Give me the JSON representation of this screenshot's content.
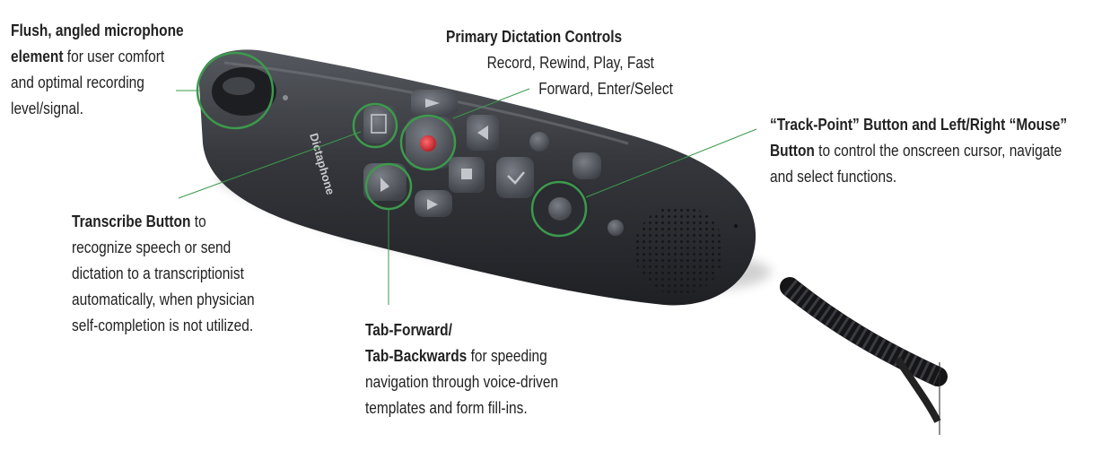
{
  "callouts": {
    "microphone": {
      "bold1": "Flush, angled microphone",
      "bold2": "element",
      "rest2": " for user comfort",
      "line3": "and optimal recording",
      "line4": "level/signal."
    },
    "primary": {
      "title": "Primary Dictation Controls",
      "line2": "Record, Rewind, Play, Fast",
      "line3": "Forward, Enter/Select"
    },
    "trackpoint": {
      "bold1": "“Track-Point” Button and Left/Right “Mouse”",
      "bold2": "Button",
      "rest2": " to control the onscreen cursor, navigate",
      "line3": "and select functions."
    },
    "transcribe": {
      "bold1": "Transcribe Button",
      "rest1": " to",
      "line2": "recognize speech or send",
      "line3": "dictation to a transcriptionist",
      "line4": "automatically, when physician",
      "line5": "self-completion is not utilized."
    },
    "tab": {
      "bold1": "Tab-Forward/",
      "bold2": "Tab-Backwards",
      "rest2": " for speeding",
      "line3": "navigation through voice-driven",
      "line4": "templates and form fill-ins."
    }
  },
  "device": {
    "brand": "Dictaphone"
  },
  "colors": {
    "callout_ring": "#3c9a4c",
    "body_dark": "#2e3035",
    "button_grey": "#5d6168",
    "record_red": "#d8333a"
  }
}
